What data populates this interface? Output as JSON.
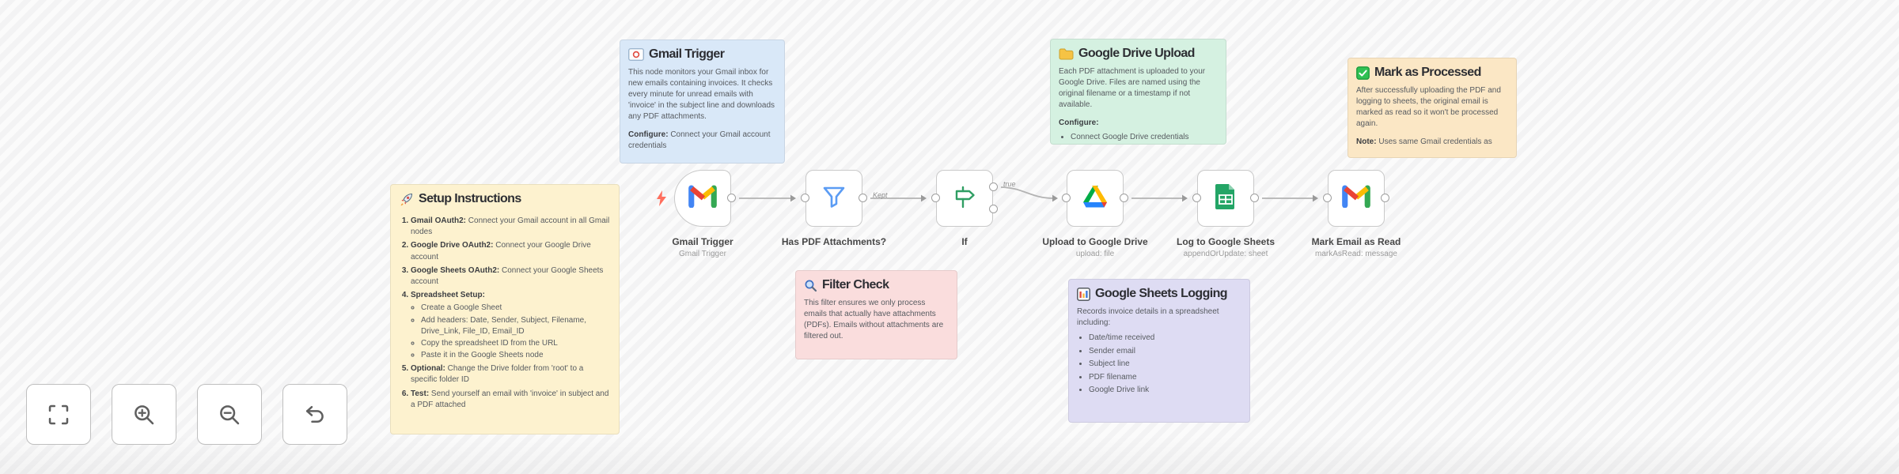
{
  "colors": {
    "canvas_stripe": "#f3f3f4",
    "connection": "#b3b3b3",
    "node_border": "#c9c9c9",
    "trigger_bolt": "#ff6e5d",
    "google_blue": "#4285F4",
    "google_red": "#EA4335",
    "google_yellow": "#FBBC04",
    "google_green": "#34A853",
    "sticky_blue": "#d9e8f8",
    "sticky_green": "#d5f1e1",
    "sticky_orange": "#fbe7c5",
    "sticky_yellow": "#fdf2cf",
    "sticky_pink": "#fadddd",
    "sticky_purple": "#dedcf3"
  },
  "stickies": {
    "gmail": {
      "title": "Gmail Trigger",
      "bg": "#d9e8f8",
      "body": "This node monitors your Gmail inbox for new emails containing invoices. It checks every minute for unread emails with 'invoice' in the subject line and downloads any PDF attachments.",
      "configure_label": "Configure:",
      "configure_text": " Connect your Gmail account credentials"
    },
    "drive": {
      "title": "Google Drive Upload",
      "bg": "#d5f1e1",
      "body": "Each PDF attachment is uploaded to your Google Drive. Files are named using the original filename or a timestamp if not available.",
      "configure_label": "Configure:",
      "bullet_clipped": "Connect Google Drive credentials"
    },
    "processed": {
      "title": "Mark as Processed",
      "bg": "#fbe7c5",
      "body": "After successfully uploading the PDF and logging to sheets, the original email is marked as read so it won't be processed again.",
      "note_label": "Note:",
      "note_text": " Uses same Gmail credentials as"
    },
    "setup": {
      "title": "Setup Instructions",
      "bg": "#fdf2cf",
      "steps": [
        {
          "bold": "Gmail OAuth2:",
          "text": " Connect your Gmail account in all Gmail nodes"
        },
        {
          "bold": "Google Drive OAuth2:",
          "text": " Connect your Google Drive account"
        },
        {
          "bold": "Google Sheets OAuth2:",
          "text": " Connect your Google Sheets account"
        },
        {
          "bold": "Spreadsheet Setup:",
          "text": "",
          "sub": [
            "Create a Google Sheet",
            "Add headers: Date, Sender, Subject, Filename, Drive_Link, File_ID, Email_ID",
            "Copy the spreadsheet ID from the URL",
            "Paste it in the Google Sheets node"
          ]
        },
        {
          "bold": "Optional:",
          "text": " Change the Drive folder from 'root' to a specific folder ID"
        },
        {
          "bold": "Test:",
          "text": " Send yourself an email with 'invoice' in subject and a PDF attached"
        }
      ]
    },
    "filter": {
      "title": "Filter Check",
      "bg": "#fadddd",
      "body": "This filter ensures we only process emails that actually have attachments (PDFs). Emails without attachments are filtered out."
    },
    "sheets": {
      "title": "Google Sheets Logging",
      "bg": "#dedcf3",
      "intro": "Records invoice details in a spreadsheet including:",
      "bullets": [
        "Date/time received",
        "Sender email",
        "Subject line",
        "PDF filename",
        "Google Drive link"
      ]
    }
  },
  "nodes": [
    {
      "label": "Gmail Trigger",
      "sublabel": "Gmail Trigger",
      "icon": "gmail-icon"
    },
    {
      "label": "Has PDF Attachments?",
      "sublabel": "",
      "icon": "filter-funnel-icon"
    },
    {
      "label": "If",
      "sublabel": "",
      "icon": "signpost-icon"
    },
    {
      "label": "Upload to Google Drive",
      "sublabel": "upload: file",
      "icon": "google-drive-icon"
    },
    {
      "label": "Log to Google Sheets",
      "sublabel": "appendOrUpdate: sheet",
      "icon": "google-sheets-icon"
    },
    {
      "label": "Mark Email as Read",
      "sublabel": "markAsRead: message",
      "icon": "gmail-icon"
    }
  ],
  "connections": {
    "filter_branch_label": "Kept",
    "if_true_label": "true"
  },
  "controls": [
    {
      "name": "fit-view"
    },
    {
      "name": "zoom-in"
    },
    {
      "name": "zoom-out"
    },
    {
      "name": "undo"
    }
  ]
}
